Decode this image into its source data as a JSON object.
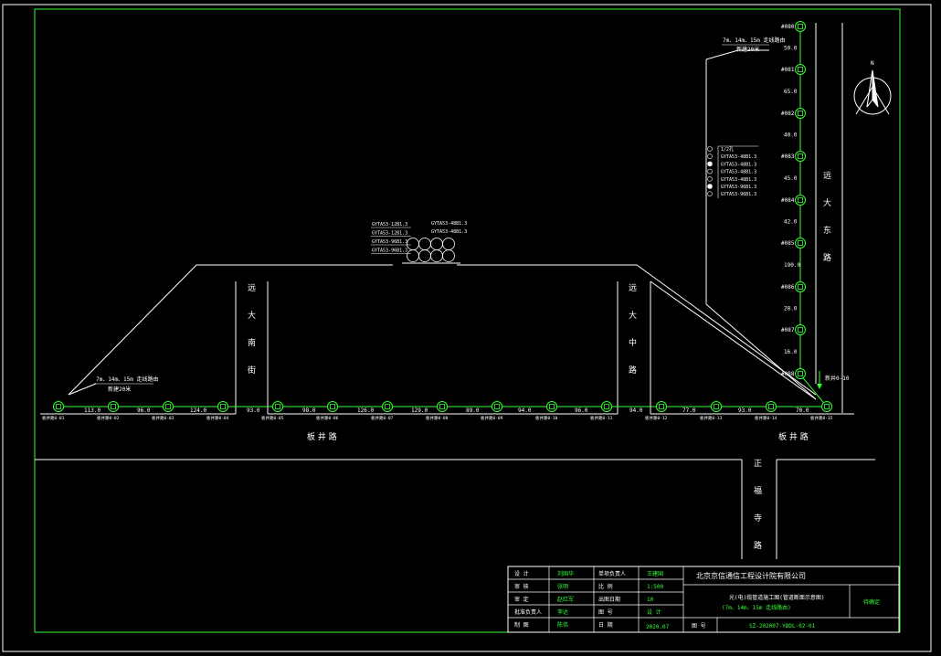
{
  "drawing": {
    "company": "北京京信通信工程设计院有限公司",
    "drawing_title_line1": "光(电)缆管道施工图(管道断面示意图)",
    "drawing_title_line2": "(7m、14m、15m 走线路由)",
    "drawing_number": "SZ-202007-YDDL-02-01",
    "date": "2020.07",
    "stamp": "待确定",
    "north_label": "N"
  },
  "roads": {
    "main_bottom": "板 井 路",
    "main_bottom_right": "板 井 路",
    "left_vertical": "远 大 南 街",
    "middle_vertical": "远 大 中 路",
    "right_vertical": "远 大 东 路",
    "bottom_vertical": "正 福 寺 路"
  },
  "annotations": {
    "pole_note_left": "7m、14m、15m 走线路由",
    "pole_note_left_sub": "新建20米",
    "pole_note_top": "7m、14m、15m 走线路由",
    "pole_note_top_sub": "新建20米",
    "right_mark": "新井0-10"
  },
  "cable_legend_center": [
    "GYTA53-12B1.3",
    "GYTA53-12B1.3",
    "GYTA53-96B1.3",
    "GYTA53-96B1.3"
  ],
  "cable_legend_center_right": [
    "GYTA53-48B1.3",
    "GYTA53-48B1.3"
  ],
  "cable_legend_right": [
    "1/2孔",
    "GYTA53-48B1.3",
    "GYTA53-48B1.3",
    "GYTA53-48B1.3",
    "GYTA53-48B1.3",
    "GYTA53-96B1.3",
    "GYTA53-96B1.3"
  ],
  "bottom_segments": [
    "113.0",
    "96.0",
    "124.0",
    "93.0",
    "98.0",
    "126.0",
    "129.0",
    "89.0",
    "94.0",
    "96.0",
    "94.0",
    "77.0",
    "93.0",
    "70.0"
  ],
  "bottom_manholes": [
    "板井路0-01",
    "板井路0-02",
    "板井路0-03",
    "板井路0-04",
    "板井路0-05",
    "板井路0-06",
    "板井路0-07",
    "板井路0-08",
    "板井路0-09",
    "板井路0-10",
    "板井路0-11",
    "板井路0-12",
    "板井路0-13",
    "板井路0-14",
    "板井路0-15"
  ],
  "right_segments": [
    "50.0",
    "65.0",
    "40.0",
    "45.0",
    "42.0",
    "190.0",
    "28.0",
    "16.0"
  ],
  "right_manholes": [
    "#080",
    "#081",
    "#082",
    "#083",
    "#084",
    "#085",
    "#086",
    "#087",
    "#088"
  ],
  "title_block": {
    "rows": [
      {
        "role": "设 计",
        "sign": "刘国华",
        "role2": "单项负责人",
        "sign2": "王建国"
      },
      {
        "role": "审 核",
        "sign": "张明",
        "role2": "比 例",
        "sign2": "1:500"
      },
      {
        "role": "审 定",
        "sign": "赵红军",
        "role2": "出图日期",
        "sign2": "10"
      },
      {
        "role": "批准负责人",
        "sign": "李达",
        "role2": "图 号",
        "sign2": "设 计"
      },
      {
        "role": "制 图",
        "sign": "陈伟",
        "role2": "日 期",
        "sign2": ""
      }
    ],
    "scale_label": "图 号"
  },
  "colors": {
    "line": "#ffffff",
    "manhole": "#33ff33",
    "frame": "#33ff33"
  }
}
